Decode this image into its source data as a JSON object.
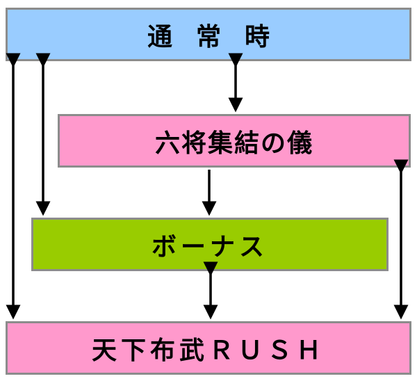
{
  "states": {
    "normal": {
      "label": "通常時",
      "color": "#99ccff"
    },
    "rokusho": {
      "label": "六将集結の儀",
      "color": "#ff99cc"
    },
    "bonus": {
      "label": "ボーナス",
      "color": "#99cc00"
    },
    "rush": {
      "label": "天下布武ＲＵＳＨ",
      "color": "#ff99cc"
    }
  },
  "transitions": [
    {
      "from": "normal",
      "to": "rokusho",
      "direction": "both"
    },
    {
      "from": "rokusho",
      "to": "bonus",
      "direction": "forward"
    },
    {
      "from": "bonus",
      "to": "rush",
      "direction": "both"
    },
    {
      "from": "normal",
      "to": "bonus",
      "direction": "both"
    },
    {
      "from": "normal",
      "to": "rush",
      "direction": "both"
    },
    {
      "from": "rokusho",
      "to": "rush",
      "direction": "both"
    }
  ]
}
